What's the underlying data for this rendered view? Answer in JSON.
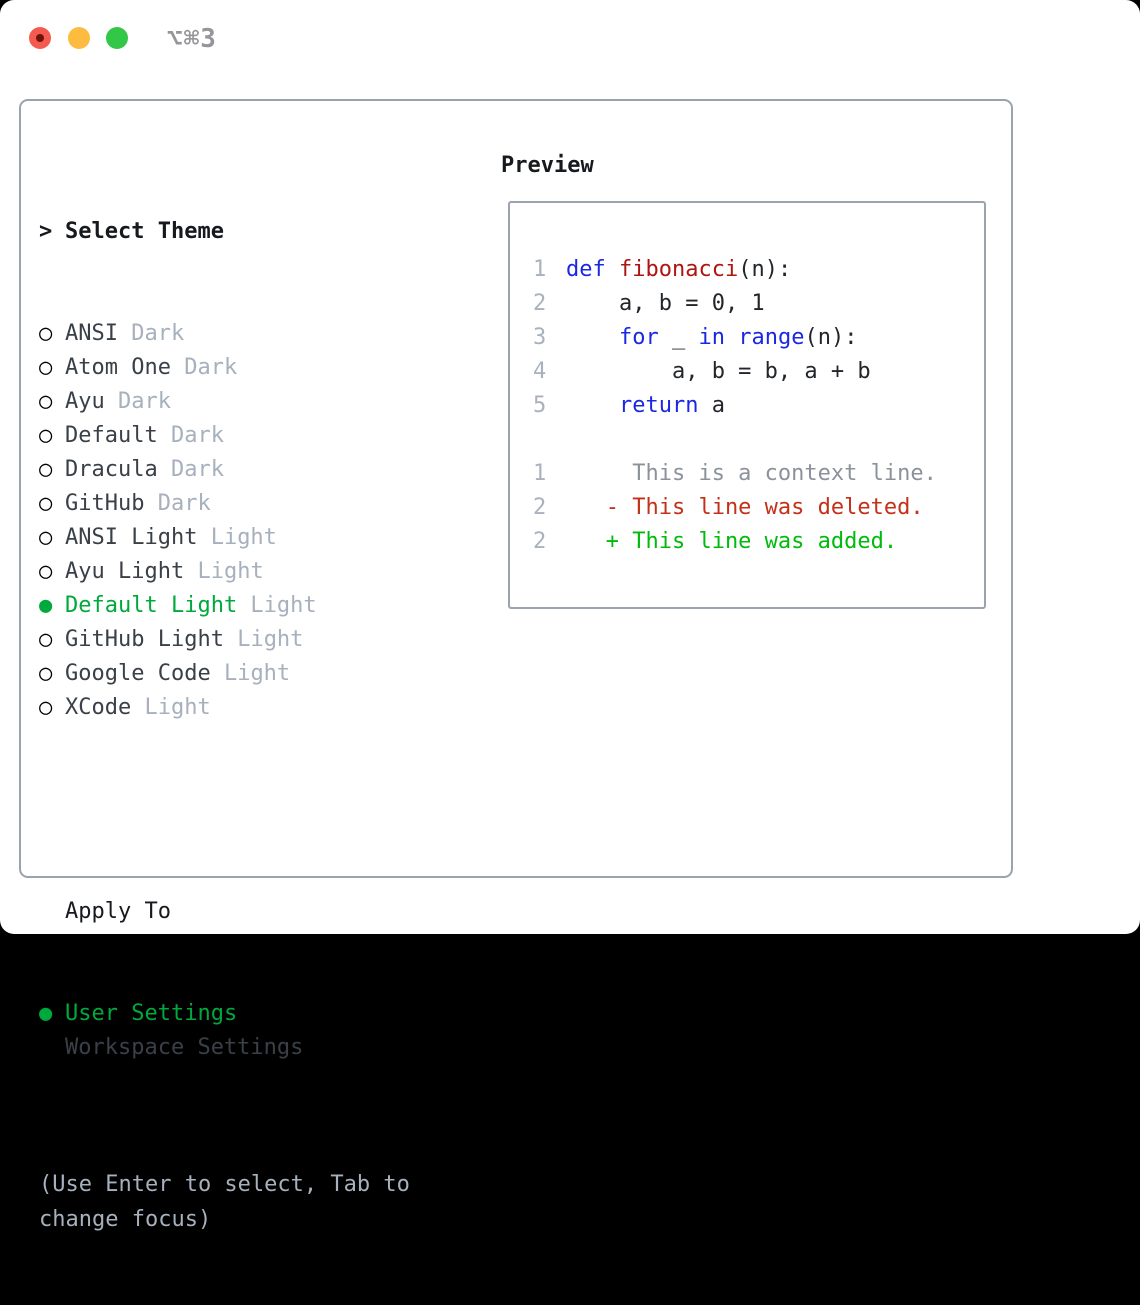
{
  "window": {
    "title": "⌥⌘3"
  },
  "traffic_lights": {
    "close": "close-button",
    "minimize": "minimize-button",
    "zoom": "zoom-button"
  },
  "theme_list": {
    "header_marker": ">",
    "header_label": "Select Theme",
    "unselected_marker": "○",
    "selected_marker": "●",
    "items": [
      {
        "name": "ANSI",
        "tag": "Dark",
        "selected": false
      },
      {
        "name": "Atom One",
        "tag": "Dark",
        "selected": false
      },
      {
        "name": "Ayu",
        "tag": "Dark",
        "selected": false
      },
      {
        "name": "Default",
        "tag": "Dark",
        "selected": false
      },
      {
        "name": "Dracula",
        "tag": "Dark",
        "selected": false
      },
      {
        "name": "GitHub",
        "tag": "Dark",
        "selected": false
      },
      {
        "name": "ANSI Light",
        "tag": "Light",
        "selected": false
      },
      {
        "name": "Ayu Light",
        "tag": "Light",
        "selected": false
      },
      {
        "name": "Default Light",
        "tag": "Light",
        "selected": true
      },
      {
        "name": "GitHub Light",
        "tag": "Light",
        "selected": false
      },
      {
        "name": "Google Code",
        "tag": "Light",
        "selected": false
      },
      {
        "name": "XCode",
        "tag": "Light",
        "selected": false
      }
    ]
  },
  "apply_to": {
    "header": "Apply To",
    "items": [
      {
        "label": "User Settings",
        "selected": true
      },
      {
        "label": "Workspace Settings",
        "selected": false
      }
    ]
  },
  "hint": "(Use Enter to select, Tab to change focus)",
  "preview": {
    "title": "Preview",
    "code_lines": [
      {
        "num": "1",
        "segments": [
          {
            "t": "def",
            "c": "keyword"
          },
          {
            "t": " ",
            "c": "plain"
          },
          {
            "t": "fibonacci",
            "c": "function"
          },
          {
            "t": "(n):",
            "c": "plain"
          }
        ]
      },
      {
        "num": "2",
        "segments": [
          {
            "t": "    a, b = 0, 1",
            "c": "plain"
          }
        ]
      },
      {
        "num": "3",
        "segments": [
          {
            "t": "    ",
            "c": "plain"
          },
          {
            "t": "for",
            "c": "keyword"
          },
          {
            "t": " _ ",
            "c": "plain"
          },
          {
            "t": "in",
            "c": "keyword"
          },
          {
            "t": " ",
            "c": "plain"
          },
          {
            "t": "range",
            "c": "keyword"
          },
          {
            "t": "(n):",
            "c": "plain"
          }
        ]
      },
      {
        "num": "4",
        "segments": [
          {
            "t": "        a, b = b, a + b",
            "c": "plain"
          }
        ]
      },
      {
        "num": "5",
        "segments": [
          {
            "t": "    ",
            "c": "plain"
          },
          {
            "t": "return",
            "c": "keyword"
          },
          {
            "t": " a",
            "c": "plain"
          }
        ]
      },
      {
        "num": "",
        "segments": []
      },
      {
        "num": "1",
        "segments": [
          {
            "t": "     This is a context line.",
            "c": "context"
          }
        ]
      },
      {
        "num": "2",
        "segments": [
          {
            "t": "   - This line was deleted.",
            "c": "deleted"
          }
        ]
      },
      {
        "num": "2",
        "segments": [
          {
            "t": "   + This line was added.",
            "c": "added"
          }
        ]
      }
    ]
  },
  "colors": {
    "border": "#9aa3af",
    "ink_strong": "#16191d",
    "ink": "#3a4048",
    "muted": "#a7b0bd",
    "green_sel": "#00a93c",
    "keyword_blue": "#1c27e2",
    "function_red": "#ae1510",
    "code_ink": "#22262b",
    "line_number": "#a9b1bd",
    "context_gray": "#8b929b",
    "deleted_red": "#c43018",
    "added_green": "#00bb0b",
    "traffic_red": "#f35b51",
    "traffic_red_dot": "#6e120b",
    "traffic_yellow": "#fdbc40",
    "traffic_green": "#33c748"
  }
}
